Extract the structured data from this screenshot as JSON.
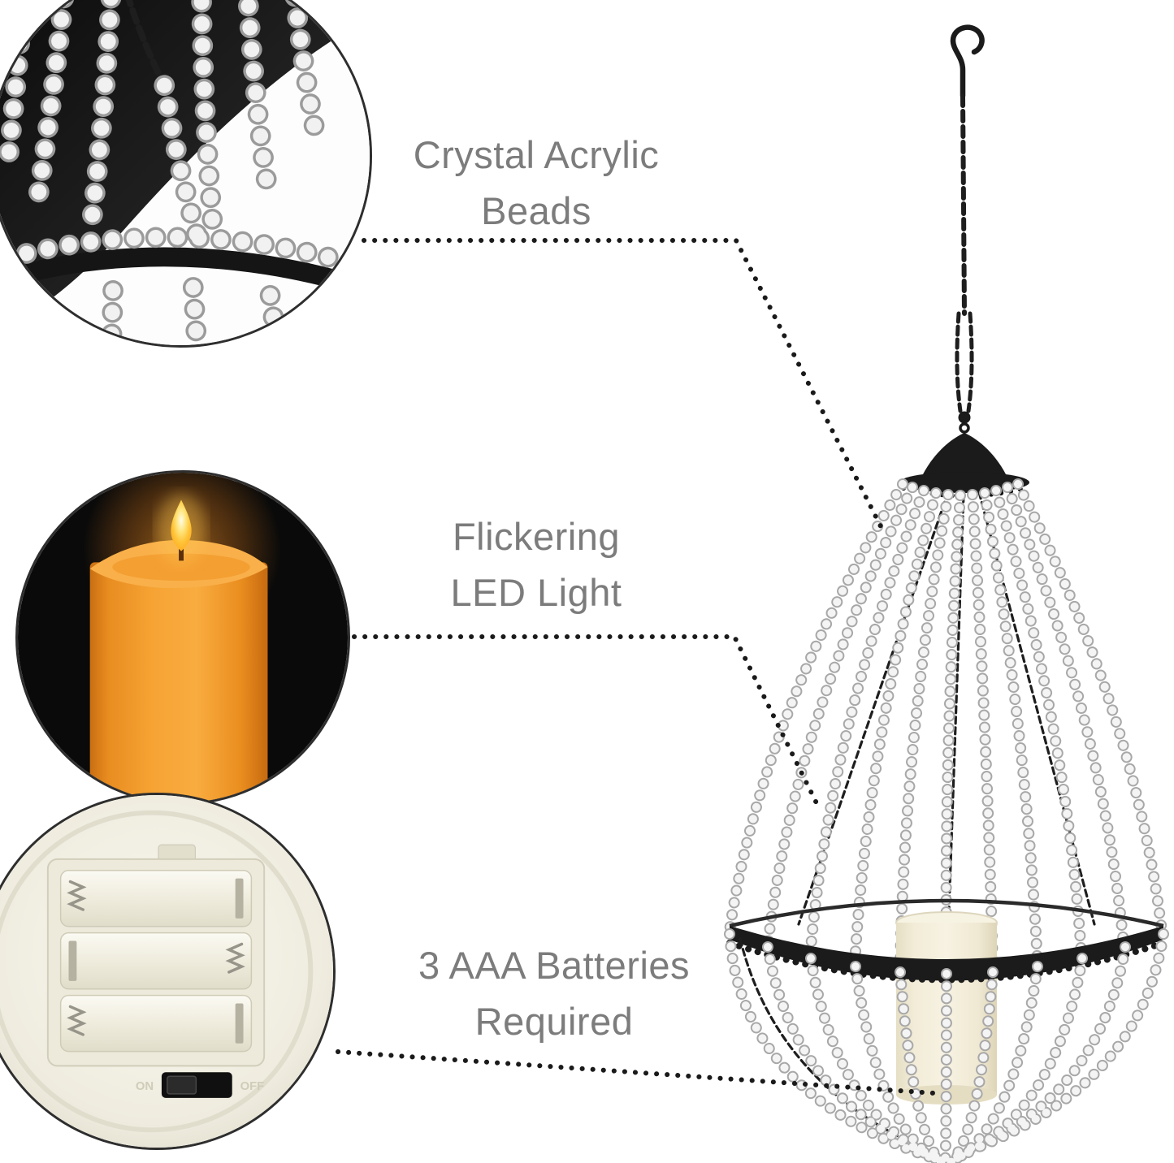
{
  "labels": {
    "beads": {
      "line1": "Crystal Acrylic",
      "line2": "Beads"
    },
    "led": {
      "line1": "Flickering",
      "line2": "LED Light"
    },
    "battery": {
      "line1": "3 AAA Batteries",
      "line2": "Required"
    }
  },
  "battery_switch": {
    "on": "ON",
    "off": "OFF"
  },
  "colors": {
    "label-text": "#7c7c7c",
    "leader-dots": "#1a1a1a",
    "metal-black": "#1b1b1b",
    "bead-rim": "#a8a8a8",
    "bead-core": "#f4f4f4",
    "candle-cream": "#f1ebd6",
    "candle-orange": "#f09a2c",
    "flame-yellow": "#ffd95e",
    "circle-border": "#2e2e2e"
  }
}
